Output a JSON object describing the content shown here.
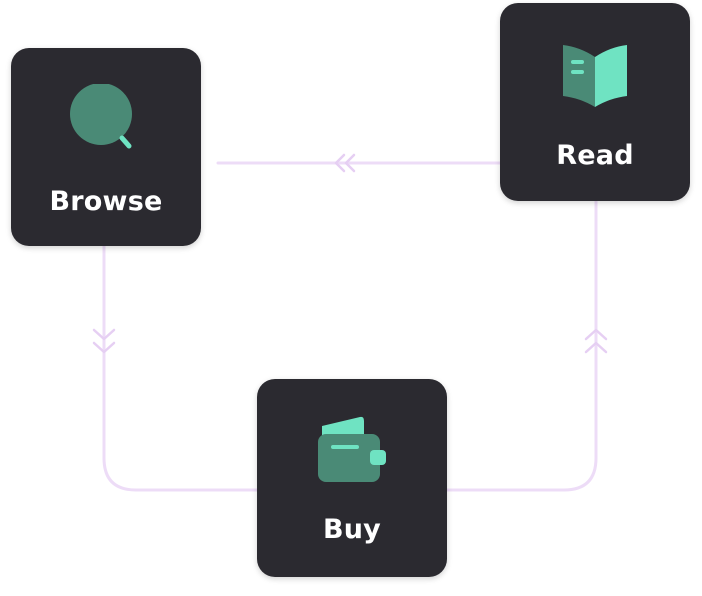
{
  "nodes": {
    "browse": {
      "label": "Browse",
      "icon": "magnifier-icon"
    },
    "read": {
      "label": "Read",
      "icon": "open-book-icon"
    },
    "buy": {
      "label": "Buy",
      "icon": "wallet-icon"
    }
  },
  "colors": {
    "card_background": "#2b2a30",
    "label_text": "#ffffff",
    "connector": "#eddcf7",
    "icon_dark": "#4a8a76",
    "icon_light": "#6fe3c2"
  },
  "flow": [
    {
      "from": "read",
      "to": "browse"
    },
    {
      "from": "browse",
      "to": "buy"
    },
    {
      "from": "buy",
      "to": "read"
    }
  ]
}
